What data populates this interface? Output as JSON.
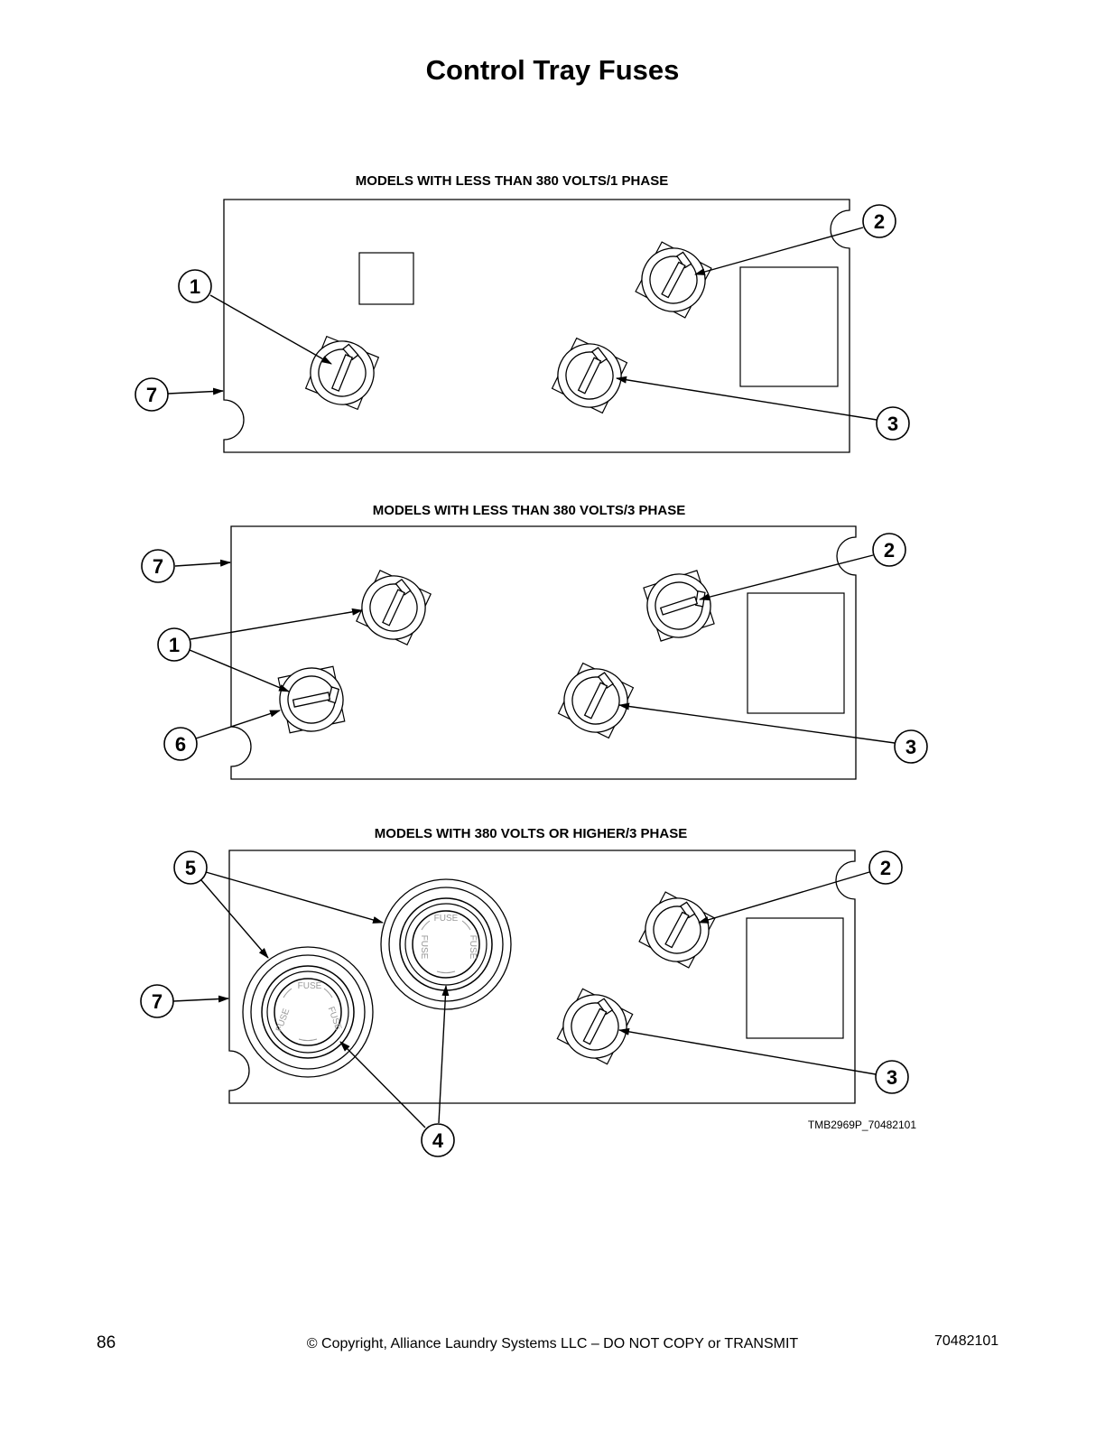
{
  "title": "Control Tray Fuses",
  "panels": [
    {
      "heading": "MODELS WITH LESS THAN 380 VOLTS/1 PHASE"
    },
    {
      "heading": "MODELS WITH LESS THAN 380 VOLTS/3 PHASE"
    },
    {
      "heading": "MODELS WITH 380 VOLTS OR HIGHER/3 PHASE"
    }
  ],
  "callouts": {
    "c1": "1",
    "c2": "2",
    "c3": "3",
    "c4": "4",
    "c5": "5",
    "c6": "6",
    "c7": "7"
  },
  "fuse_holder_label": "FUSE",
  "figure_ref": "TMB2969P_70482101",
  "footer": {
    "page_number": "86",
    "copyright": "© Copyright, Alliance Laundry Systems LLC – DO NOT COPY or TRANSMIT",
    "doc_number": "70482101"
  }
}
